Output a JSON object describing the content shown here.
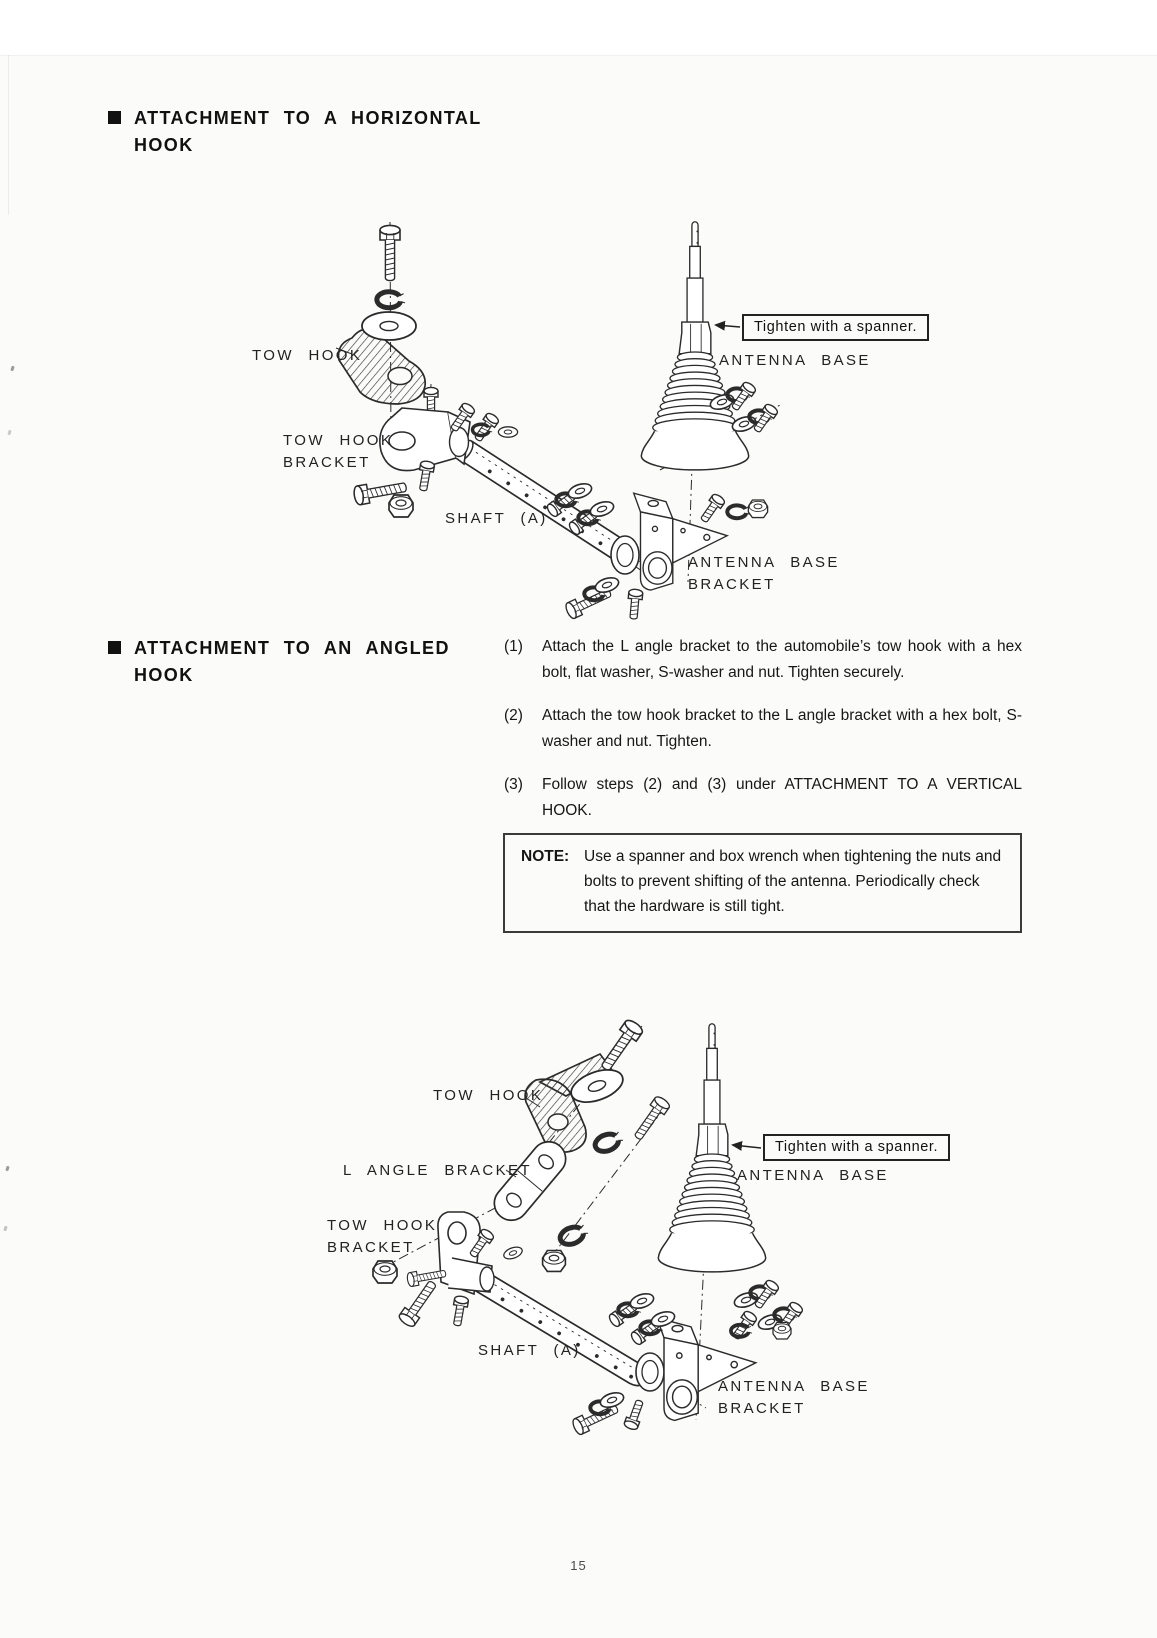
{
  "page": {
    "number": "15",
    "paper_color": "#fbfbfa",
    "ink_color": "#1c1c1c"
  },
  "sections": {
    "horizontal": {
      "title_line1": "ATTACHMENT TO A HORIZONTAL",
      "title_line2": "HOOK"
    },
    "angled": {
      "title_line1": "ATTACHMENT TO AN ANGLED",
      "title_line2": "HOOK"
    }
  },
  "diagram1": {
    "labels": {
      "tow_hook": "TOW HOOK",
      "tighten_note": "Tighten with a spanner.",
      "antenna_base": "ANTENNA BASE",
      "tow_hook_bracket_line1": "TOW HOOK",
      "tow_hook_bracket_line2": "BRACKET",
      "shaft": "SHAFT (A)",
      "antenna_base_bracket_line1": "ANTENNA BASE",
      "antenna_base_bracket_line2": "BRACKET"
    }
  },
  "diagram2": {
    "labels": {
      "tow_hook": "TOW HOOK",
      "l_angle_bracket": "L ANGLE BRACKET",
      "tighten_note": "Tighten with a spanner.",
      "antenna_base": "ANTENNA BASE",
      "tow_hook_bracket_line1": "TOW HOOK",
      "tow_hook_bracket_line2": "BRACKET",
      "shaft": "SHAFT (A)",
      "antenna_base_bracket_line1": "ANTENNA BASE",
      "antenna_base_bracket_line2": "BRACKET"
    }
  },
  "instructions": [
    {
      "num": "(1)",
      "text": "Attach the L angle bracket to the automobile’s tow hook with a hex bolt, flat washer, S-washer and nut.  Tighten securely."
    },
    {
      "num": "(2)",
      "text": "Attach the tow hook bracket to the L angle bracket with a hex bolt, S-washer and nut.  Tighten."
    },
    {
      "num": "(3)",
      "text": "Follow steps (2) and (3) under ATTACHMENT TO A VERTICAL HOOK."
    }
  ],
  "note": {
    "label": "NOTE:",
    "text": "Use a spanner and box wrench when tightening the nuts and bolts to prevent shifting of the antenna.  Periodically check that the hardware is still tight."
  }
}
